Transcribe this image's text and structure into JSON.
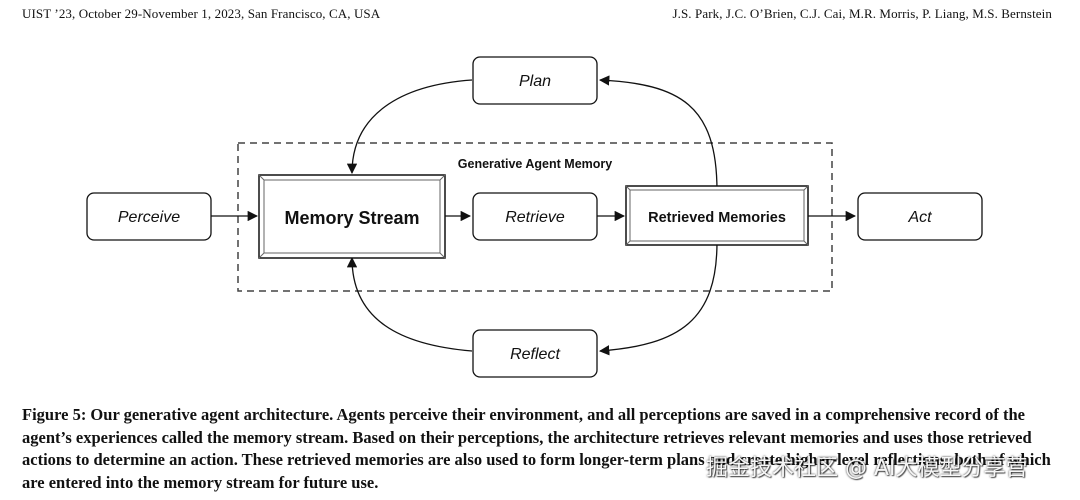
{
  "header": {
    "venue": "UIST ’23, October 29-November 1, 2023, San Francisco, CA, USA",
    "authors": "J.S. Park, J.C. O’Brien, C.J. Cai, M.R. Morris, P. Liang, M.S. Bernstein"
  },
  "diagram": {
    "group_label": "Generative Agent Memory",
    "nodes": {
      "perceive": "Perceive",
      "memory_stream": "Memory Stream",
      "retrieve": "Retrieve",
      "retrieved_memories": "Retrieved Memories",
      "act": "Act",
      "plan": "Plan",
      "reflect": "Reflect"
    }
  },
  "caption": {
    "text": "Figure 5: Our generative agent architecture. Agents perceive their environment, and all perceptions are saved in a comprehensive record of the agent’s experiences called the memory stream. Based on their perceptions, the architecture retrieves relevant memories and uses those retrieved actions to determine an action. These retrieved memories are also used to form longer-term plans and create higher-level reflections, both of which are entered into the memory stream for future use."
  },
  "watermark": {
    "text": "掘金技术社区 @ AI大模型分享营"
  }
}
